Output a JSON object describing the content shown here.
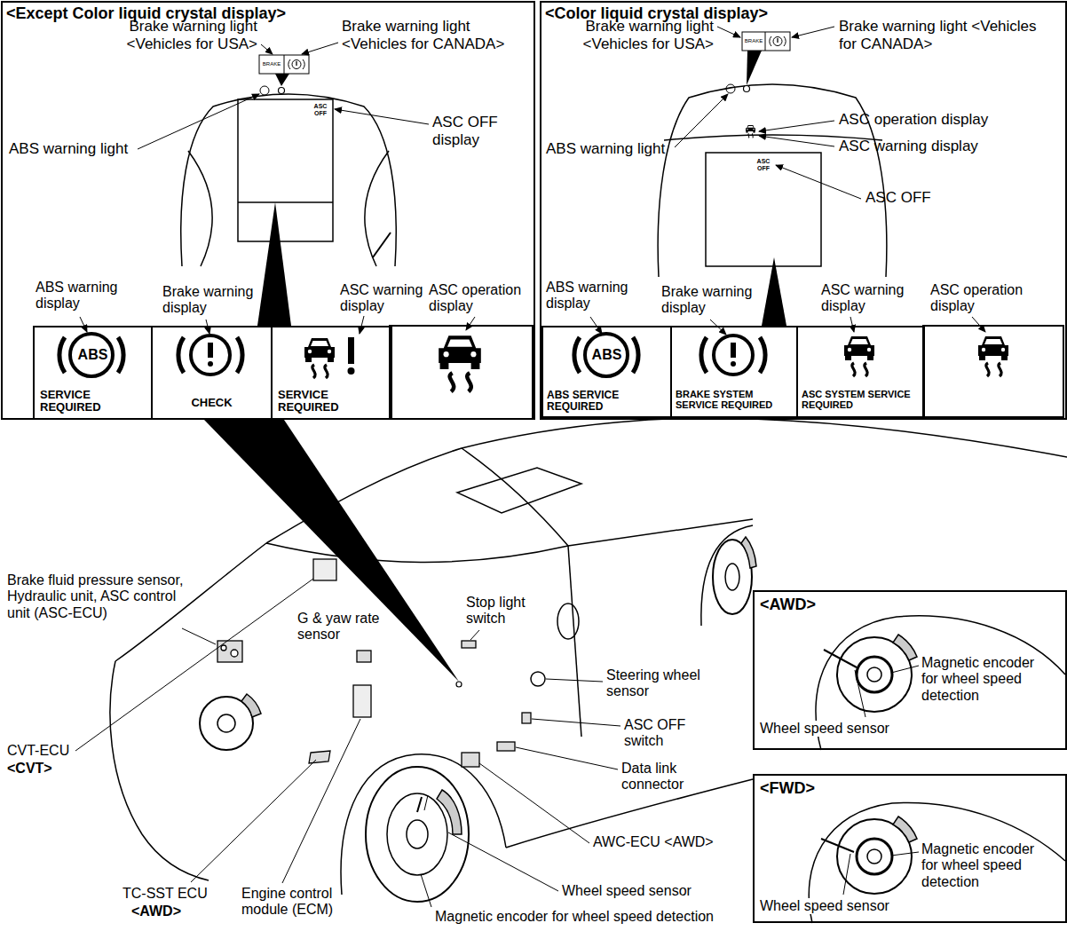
{
  "diagram": {
    "nodes": [
      {
        "text": [
          "<Except Color liquid crystal display>"
        ]
      },
      {
        "text": [
          "ABS",
          "SERVICE REQUIRED"
        ],
        "in": 0
      },
      {
        "text": [
          "CHECK"
        ],
        "in": 0
      },
      {
        "text": [
          "SERVICE REQUIRED"
        ],
        "in": 0
      },
      {
        "text": [
          "<Color liquid crystal display>"
        ]
      },
      {
        "text": [
          "ABS",
          "ABS SERVICE REQUIRED"
        ],
        "in": 4
      },
      {
        "text": [
          "BRAKE SYSTEM SERVICE REQUIRED"
        ],
        "in": 4
      },
      {
        "text": [
          "ASC SYSTEM SERVICE REQUIRED"
        ],
        "in": 4
      },
      {
        "text": [
          "<AWD>"
        ]
      },
      {
        "text": [
          "<FWD>"
        ]
      }
    ],
    "labels": [
      "Brake warning light <Vehicles for USA>",
      "Brake warning light <Vehicles for CANADA>",
      "BRAKE",
      "ABS warning light",
      "ASC OFF",
      "ASC OFF display",
      "ABS warning display",
      "Brake warning display",
      "ASC warning display",
      "ASC operation display",
      "Brake warning light <Vehicles for USA>",
      "Brake warning light <Vehicles for CANADA>",
      "BRAKE",
      "ASC operation display",
      "ASC warning display",
      "ABS warning light",
      "ASC OFF",
      "ASC OFF",
      "ABS warning display",
      "Brake warning display",
      "ASC warning display",
      "ASC operation display",
      "Brake fluid pressure sensor, Hydraulic unit, ASC control unit (ASC-ECU)",
      "CVT-ECU",
      "<CVT>",
      "G & yaw rate sensor",
      "Stop light switch",
      "Steering wheel sensor",
      "ASC OFF switch",
      "Data link connector",
      "AWC-ECU <AWD>",
      "Wheel speed sensor",
      "Magnetic encoder for wheel speed detection",
      "TC-SST ECU",
      "<AWD>",
      "Engine control module (ECM)",
      "Magnetic encoder for wheel speed detection",
      "Wheel speed sensor",
      "Magnetic encoder for wheel speed detection",
      "Wheel speed sensor"
    ]
  }
}
